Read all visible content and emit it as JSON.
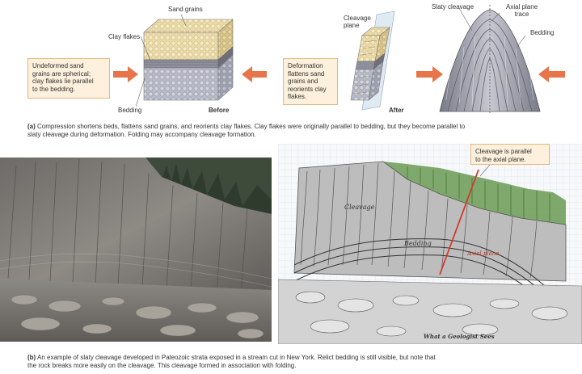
{
  "part_a": {
    "labels": {
      "sand_grains": "Sand grains",
      "clay_flakes": "Clay flakes",
      "bedding": "Bedding",
      "before": "Before",
      "cleavage_plane_1": "Cleavage",
      "cleavage_plane_2": "plane",
      "after": "After",
      "slaty_cleavage": "Slaty cleavage",
      "axial_plane_1": "Axial plane",
      "axial_plane_2": "trace",
      "bedding_fold": "Bedding"
    },
    "callout_left": [
      "Undeformed sand",
      "grains are spherical;",
      "clay flakes lie parallel",
      "to the bedding."
    ],
    "callout_right": [
      "Deformation",
      "flattens sand",
      "grains and",
      "reorients clay",
      "flakes."
    ],
    "caption_prefix": "(a)",
    "caption_line1": " Compression shortens beds, flattens sand grains, and reorients clay flakes. Clay flakes were originally parallel to bedding, but they become parallel to",
    "caption_line2": "slaty cleavage during deformation. Folding may accompany cleavage formation."
  },
  "part_b": {
    "callout": [
      "Cleavage is parallel",
      "to the axial plane."
    ],
    "sketch_labels": {
      "cleavage": "Cleavage",
      "bedding": "Bedding",
      "axial_plane": "Axial plane",
      "title": "What a Geologist Sees"
    },
    "caption_prefix": "(b)",
    "caption_line1": " An example of slaty cleavage developed in Paleozoic strata exposed in a stream cut in New York. Relict bedding is still visible, but note that",
    "caption_line2": "the rock breaks more easily on the cleavage. This cleavage formed in association with folding."
  },
  "colors": {
    "arrow": "#e8744a",
    "callout_fill": "#fdf0dc",
    "callout_border": "#e3b87f",
    "sand_top": "#e9d9a6",
    "clay_layer": "#8e8e9c",
    "axial_trace": "#d23a2a"
  }
}
